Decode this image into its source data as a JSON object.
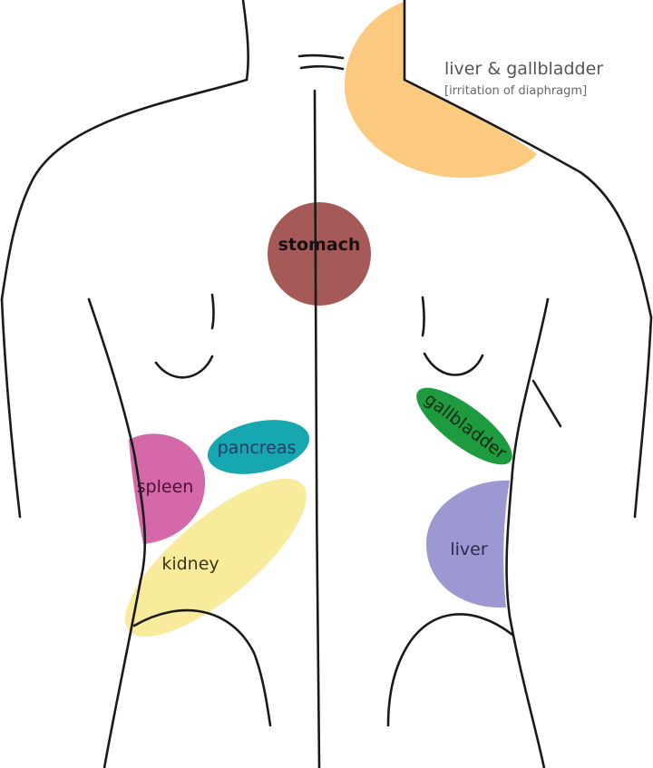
{
  "title": {
    "main": "liver & gallbladder",
    "sub": "[irritation of diaphragm]"
  },
  "regions": [
    {
      "id": "liver_gallbladder_shoulder",
      "color": "#fcc980"
    },
    {
      "id": "stomach",
      "label": "stomach",
      "color": "#a55a58",
      "text_color": "#1a1010"
    },
    {
      "id": "pancreas",
      "label": "pancreas",
      "color": "#16a7b0",
      "text_color": "#1f3f66"
    },
    {
      "id": "spleen",
      "label": "spleen",
      "color": "#d568a8",
      "text_color": "#4a1035"
    },
    {
      "id": "kidney",
      "label": "kidney",
      "color": "#f8eb9c",
      "text_color": "#3a3410"
    },
    {
      "id": "gallbladder",
      "label": "gallbladder",
      "color": "#1e9b3f",
      "text_color": "#0f2a14"
    },
    {
      "id": "liver",
      "label": "liver",
      "color": "#9c99d2",
      "text_color": "#2a2850"
    }
  ]
}
